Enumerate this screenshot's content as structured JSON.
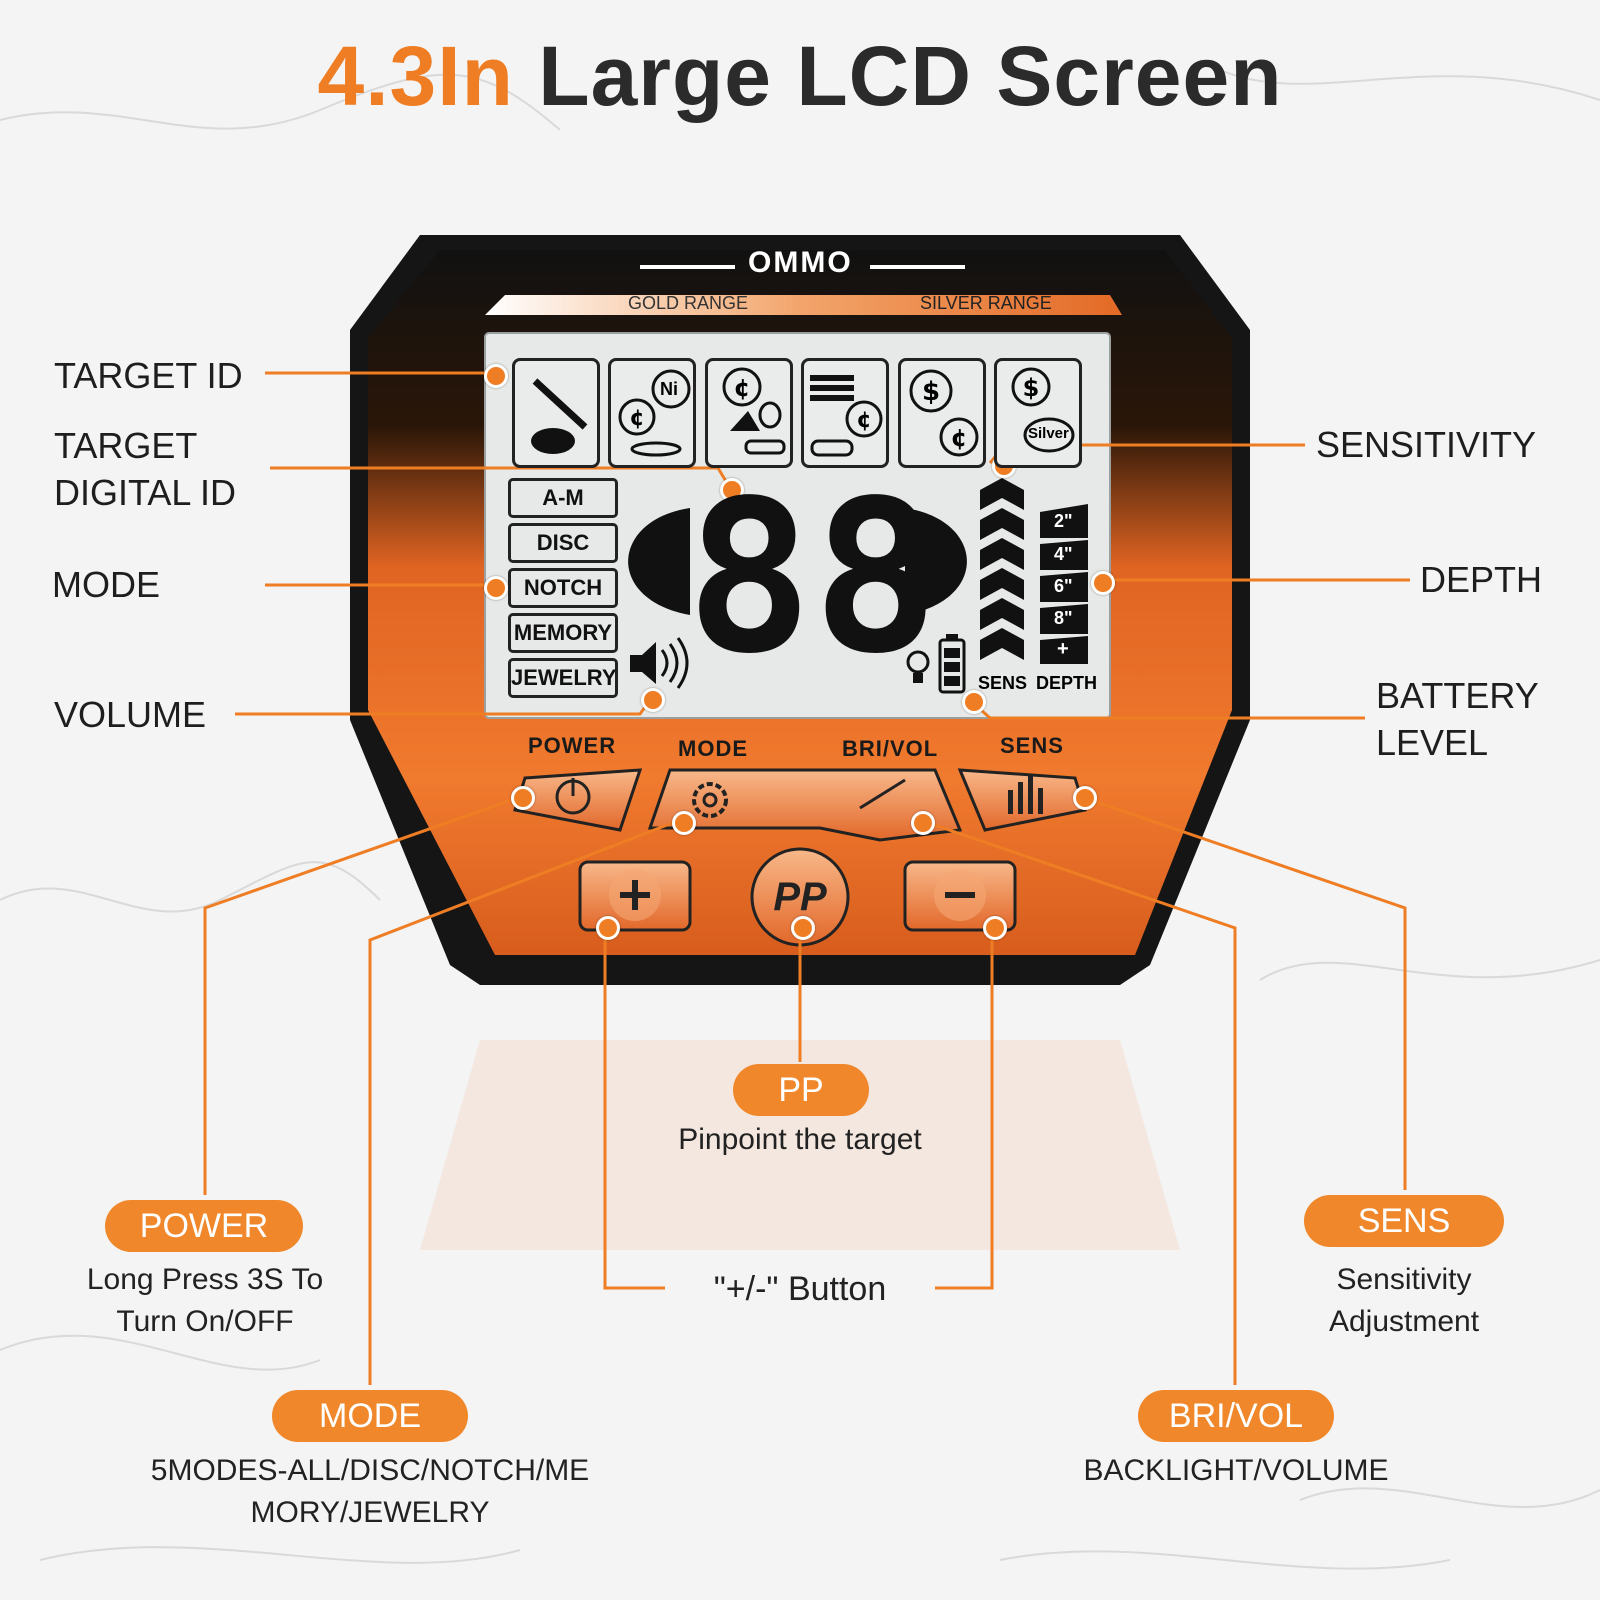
{
  "title": {
    "accent": "4.3In",
    "rest": "Large LCD Screen"
  },
  "device": {
    "brand": "OMMO",
    "range_left": "GOLD RANGE",
    "range_right": "SILVER RANGE",
    "modes": [
      "A-M",
      "DISC",
      "NOTCH",
      "MEMORY",
      "JEWELRY"
    ],
    "digits": "88",
    "depth_marks": [
      "2\"",
      "4\"",
      "6\"",
      "8\"",
      "+"
    ],
    "sens_caption": "SENS",
    "depth_caption": "DEPTH",
    "tile_text_ni": "Ni",
    "tile_text_silver": "Silver",
    "button_labels": {
      "power": "POWER",
      "mode": "MODE",
      "bri_vol": "BRI/VOL",
      "sens": "SENS"
    },
    "pp_button": "PP"
  },
  "callouts_left": [
    "TARGET ID",
    "TARGET DIGITAL ID",
    "MODE",
    "VOLUME"
  ],
  "callouts_right": [
    "SENSITIVITY",
    "DEPTH",
    "BATTERY LEVEL"
  ],
  "target_digital_id": {
    "line1": "TARGET",
    "line2": "DIGITAL ID"
  },
  "battery_level": {
    "line1": "BATTERY",
    "line2": "LEVEL"
  },
  "features": {
    "pp": {
      "label": "PP",
      "desc": "Pinpoint the target"
    },
    "plus_minus": {
      "desc": "\"+/-\" Button"
    },
    "power": {
      "label": "POWER",
      "desc_line1": "Long Press 3S To",
      "desc_line2": "Turn On/OFF"
    },
    "sens": {
      "label": "SENS",
      "desc_line1": "Sensitivity",
      "desc_line2": "Adjustment"
    },
    "mode": {
      "label": "MODE",
      "desc_line1": "5MODES-ALL/DISC/NOTCH/ME",
      "desc_line2": "MORY/JEWELRY"
    },
    "bri_vol": {
      "label": "BRI/VOL",
      "desc": "BACKLIGHT/VOLUME"
    }
  },
  "colors": {
    "accent": "#ef7d24",
    "dark": "#2b2b2b",
    "lcd": "#e6e9e7"
  }
}
